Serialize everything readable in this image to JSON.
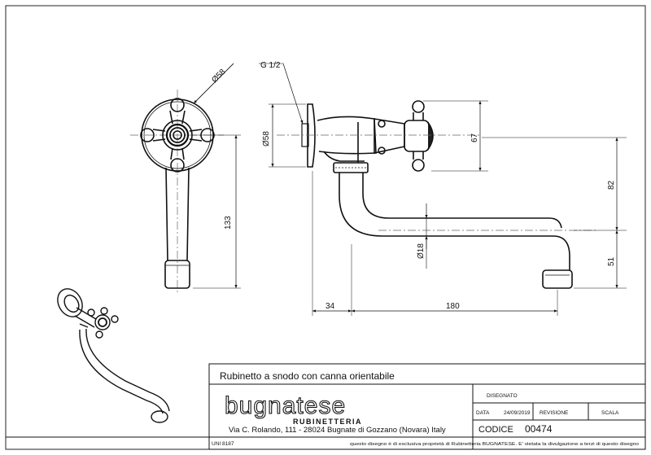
{
  "drawing": {
    "dimensions": {
      "d58_front": "Ø58",
      "d133": "133",
      "g12": "G 1/2",
      "d58_side": "Ø58",
      "d67": "67",
      "d82": "82",
      "d18": "Ø18",
      "d51": "51",
      "d34": "34",
      "d180": "180"
    }
  },
  "title_block": {
    "title": "Rubinetto a snodo con canna orientabile",
    "brand": "bugnatese",
    "brand_sub": "RUBINETTERIA",
    "address": "Via C. Rolando, 111 - 28024 Bugnate di Gozzano (Novara) Italy",
    "disegnato_label": "DISEGNATO",
    "data_label": "DATA",
    "data_value": "24/09/2019",
    "revisione_label": "REVISIONE",
    "scala_label": "SCALA",
    "codice_label": "CODICE",
    "codice_value": "00474",
    "uni": "UNI 8187",
    "disclaimer": "questo disegno è di esclusiva proprietà di Rubinetteria BUGNATESE. E' vietata la divulgazione a terzi di questo disegno"
  }
}
